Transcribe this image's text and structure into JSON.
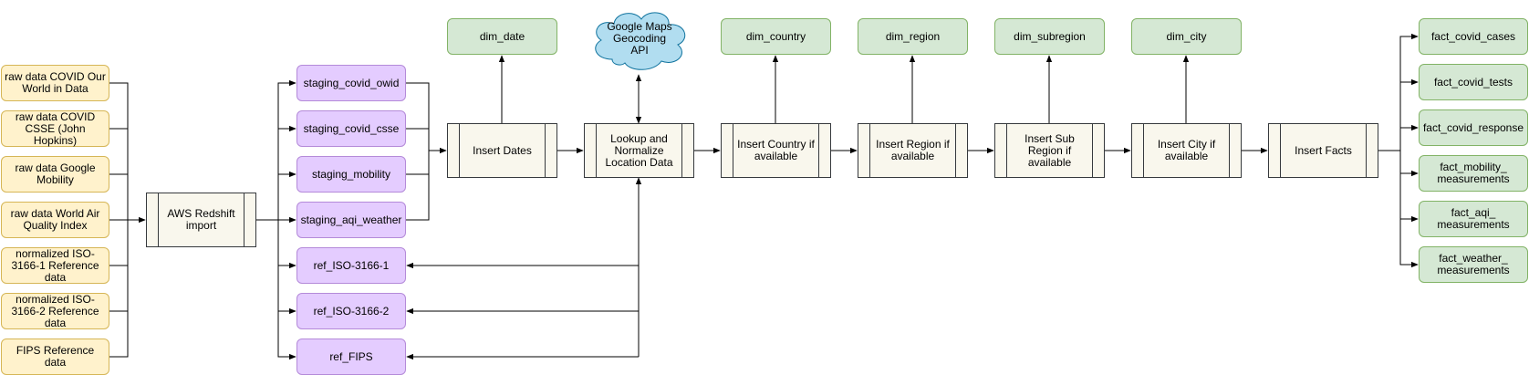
{
  "raw_sources": [
    "raw data COVID Our World in Data",
    "raw data COVID CSSE (John Hopkins)",
    "raw data Google Mobility",
    "raw data World Air Quality Index",
    "normalized ISO-3166-1 Reference data",
    "normalized ISO-3166-2 Reference data",
    "FIPS Reference data"
  ],
  "import_step": "AWS Redshift import",
  "staging_tables": [
    "staging_covid_owid",
    "staging_covid_csse",
    "staging_mobility",
    "staging_aqi_weather",
    "ref_ISO-3166-1",
    "ref_ISO-3166-2",
    "ref_FIPS"
  ],
  "process_steps": [
    "Insert Dates",
    "Lookup and Normalize Location Data",
    "Insert Country if available",
    "Insert Region if available",
    "Insert Sub Region if available",
    "Insert City if available",
    "Insert Facts"
  ],
  "dimension_tables": [
    "dim_date",
    "dim_country",
    "dim_region",
    "dim_subregion",
    "dim_city"
  ],
  "external_service": "Google Maps Geocoding API",
  "fact_tables": [
    "fact_covid_cases",
    "fact_covid_tests",
    "fact_covid_response",
    "fact_mobility_ measurements",
    "fact_aqi_ measurements",
    "fact_weather_ measurements"
  ],
  "colors": {
    "raw_fill": "#fff2cc",
    "raw_border": "#d6b656",
    "staging_fill": "#e4ccff",
    "staging_border": "#b48ad9",
    "dim_fill": "#d5e8d4",
    "dim_border": "#82b366",
    "process_fill": "#f9f7ed",
    "process_border": "#36393d",
    "cloud_fill": "#b1ddf0",
    "cloud_border": "#10739e",
    "edge": "#000000"
  }
}
